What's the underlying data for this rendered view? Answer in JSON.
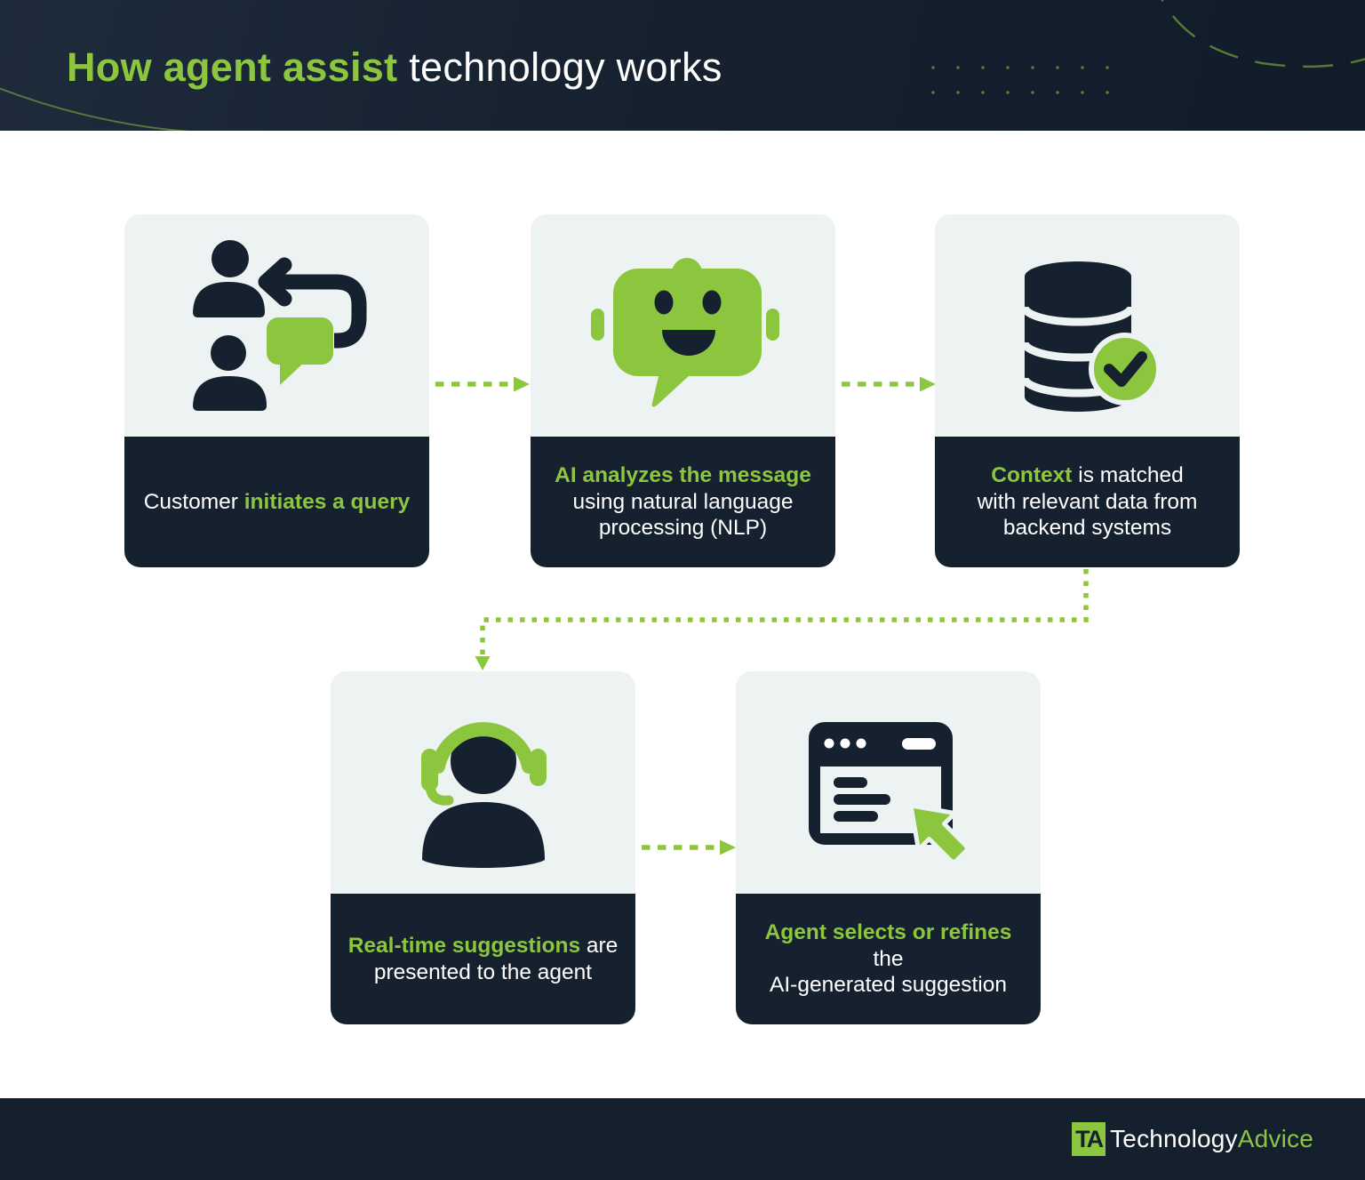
{
  "header": {
    "title_highlight": "How agent assist",
    "title_rest": " technology works"
  },
  "cards": [
    {
      "icon": "customers-chat-icon",
      "caption_pre": "Customer ",
      "caption_highlight": "initiates a query",
      "caption_post": ""
    },
    {
      "icon": "ai-chatbot-icon",
      "caption_pre": "",
      "caption_highlight": "AI analyzes the message",
      "caption_post": "\nusing natural language\nprocessing (NLP)"
    },
    {
      "icon": "database-check-icon",
      "caption_pre": "",
      "caption_highlight": "Context",
      "caption_post": " is matched\nwith relevant data from\nbackend systems"
    },
    {
      "icon": "agent-headset-icon",
      "caption_pre": "",
      "caption_highlight": "Real-time suggestions",
      "caption_post": " are\npresented to the agent"
    },
    {
      "icon": "browser-cursor-icon",
      "caption_pre": "",
      "caption_highlight": "Agent selects or refines",
      "caption_post": " the\nAI-generated suggestion"
    }
  ],
  "footer": {
    "logo_mark": "TA",
    "logo_text_primary": "Technology",
    "logo_text_accent": "Advice"
  },
  "colors": {
    "accent_green": "#8CC63F",
    "dark_navy": "#16212F",
    "card_light": "#EDF2F2",
    "background": "#FFFFFF"
  }
}
